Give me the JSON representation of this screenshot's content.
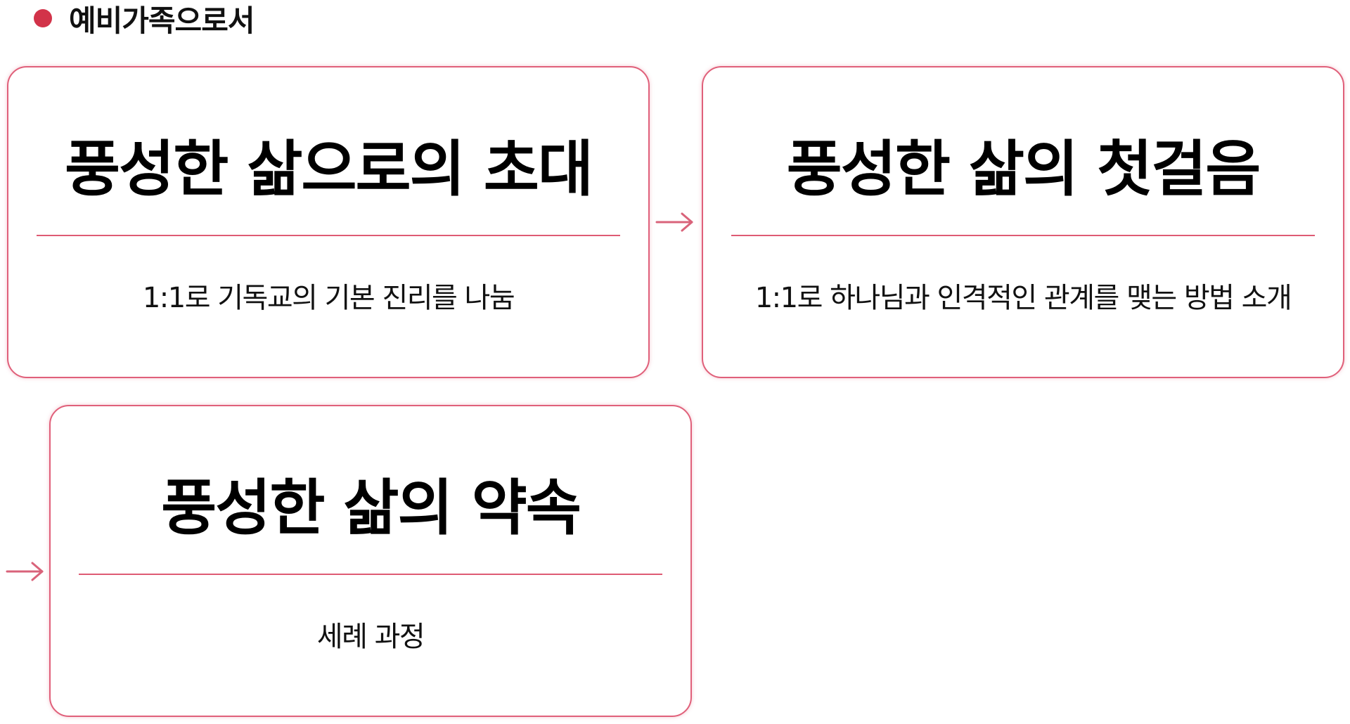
{
  "header": {
    "title": "예비가족으로서"
  },
  "cards": [
    {
      "title": "풍성한 삶으로의 초대",
      "description": "1:1로 기독교의 기본 진리를 나눔"
    },
    {
      "title": "풍성한 삶의 첫걸음",
      "description": "1:1로 하나님과 인격적인 관계를 맺는 방법 소개"
    },
    {
      "title": "풍성한 삶의 약속",
      "description": "세례 과정"
    }
  ],
  "icons": {
    "bullet": "bullet-dot-icon",
    "arrow": "arrow-right-icon"
  },
  "colors": {
    "accent": "#d23349",
    "border": "#e0607a",
    "divider": "#de5b74"
  }
}
